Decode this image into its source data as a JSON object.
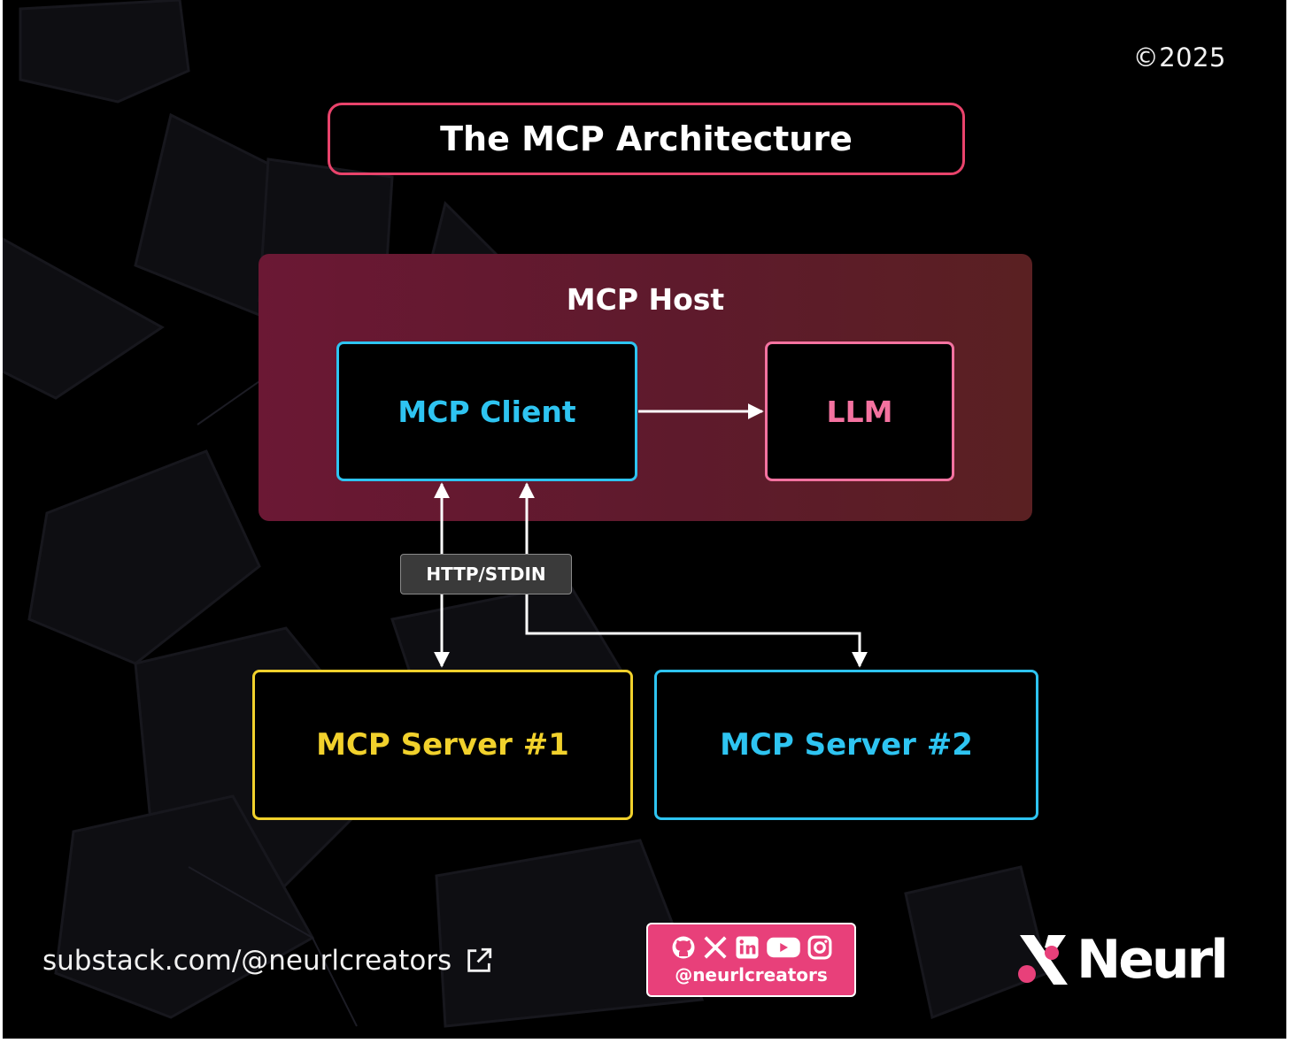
{
  "copyright": "©2025",
  "title": "The MCP Architecture",
  "host": {
    "label": "MCP Host"
  },
  "nodes": {
    "client": "MCP Client",
    "llm": "LLM",
    "server1": "MCP Server #1",
    "server2": "MCP Server #2"
  },
  "protocol_label": "HTTP/STDIN",
  "footer": {
    "link": "substack.com/@neurlcreators",
    "social_handle": "@neurlcreators",
    "social_icons": [
      "github-icon",
      "x-icon",
      "linkedin-icon",
      "youtube-icon",
      "instagram-icon"
    ],
    "brand": "Neurl"
  },
  "colors": {
    "title_border": "#e8436b",
    "client": "#2ec4f1",
    "llm": "#f472a0",
    "server1": "#f1d12c",
    "server2": "#2ec4f1",
    "social_badge": "#e8407a"
  }
}
